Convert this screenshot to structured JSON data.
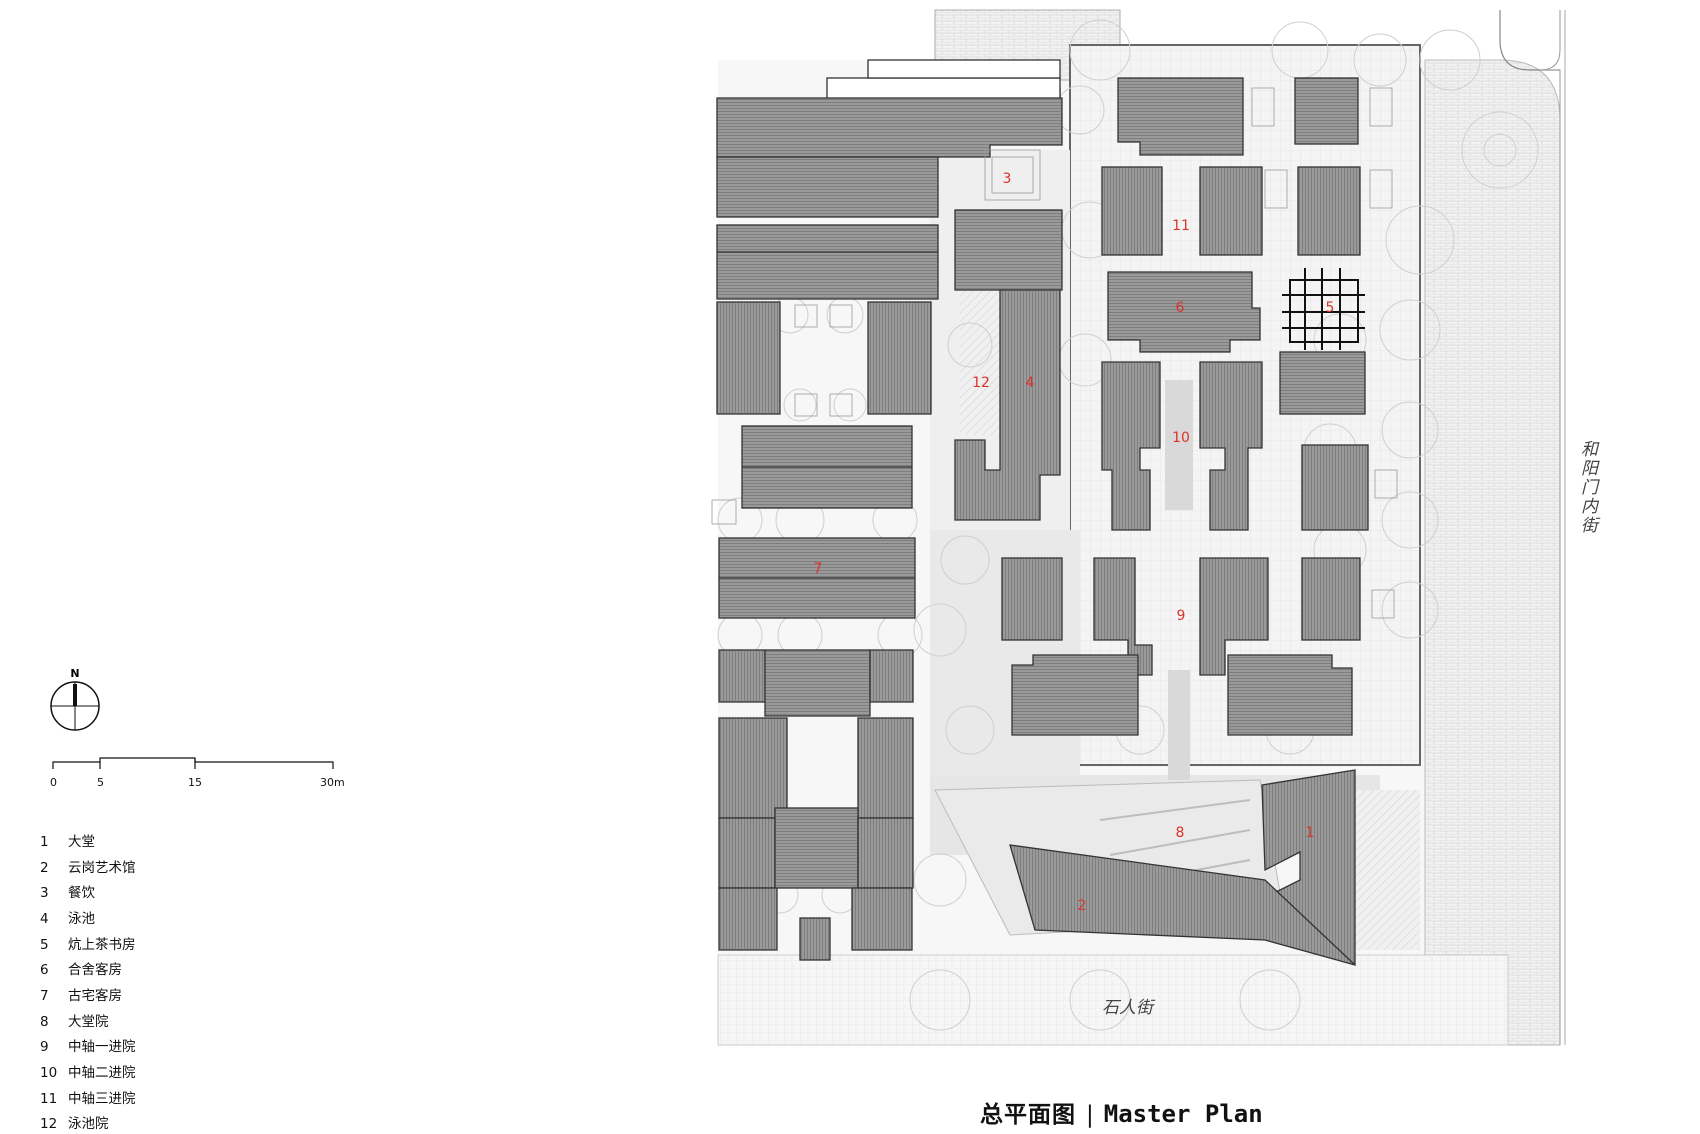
{
  "plan": {
    "title_cn": "总平面图",
    "separator": "|",
    "title_en": "Master Plan",
    "north": "N",
    "scale_labels": [
      "0",
      "5",
      "15",
      "30m"
    ],
    "streets": {
      "east": "和阳门内街",
      "south": "石人街"
    },
    "legend": [
      {
        "num": "1",
        "label": "大堂"
      },
      {
        "num": "2",
        "label": "云岗艺术馆"
      },
      {
        "num": "3",
        "label": "餐饮"
      },
      {
        "num": "4",
        "label": "泳池"
      },
      {
        "num": "5",
        "label": "炕上茶书房"
      },
      {
        "num": "6",
        "label": "合舍客房"
      },
      {
        "num": "7",
        "label": "古宅客房"
      },
      {
        "num": "8",
        "label": "大堂院"
      },
      {
        "num": "9",
        "label": "中轴一进院"
      },
      {
        "num": "10",
        "label": "中轴二进院"
      },
      {
        "num": "11",
        "label": "中轴三进院"
      },
      {
        "num": "12",
        "label": "泳池院"
      }
    ],
    "map_labels": [
      "1",
      "2",
      "3",
      "4",
      "5",
      "6",
      "7",
      "8",
      "9",
      "10",
      "11",
      "12"
    ],
    "colors": {
      "roof": "#8e8e8e",
      "outline": "#3a3a3a",
      "ground": "#ececec",
      "label": "#d9342b"
    }
  }
}
